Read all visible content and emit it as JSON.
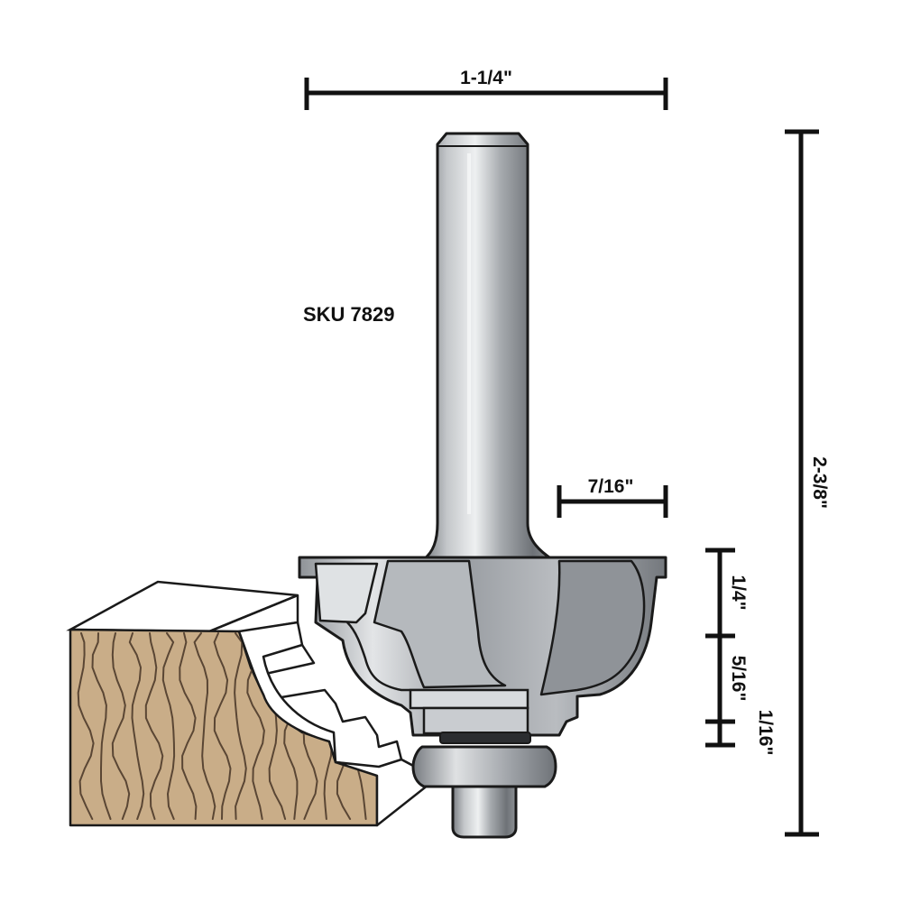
{
  "product": {
    "sku": "SKU 7829"
  },
  "dimensions": {
    "overall_width": "1-1/4\"",
    "overall_height": "2-3/8\"",
    "cut_depth": "7/16\"",
    "upper_step": "1/4\"",
    "lower_step": "5/16\"",
    "fillet": "1/16\""
  },
  "colors": {
    "wood": "#c9ad88",
    "grain": "#5a4634",
    "steel_light": "#e6e8ea",
    "steel_mid": "#a9adb1",
    "steel_dark": "#6c7075",
    "outline": "#1a1a1a"
  }
}
